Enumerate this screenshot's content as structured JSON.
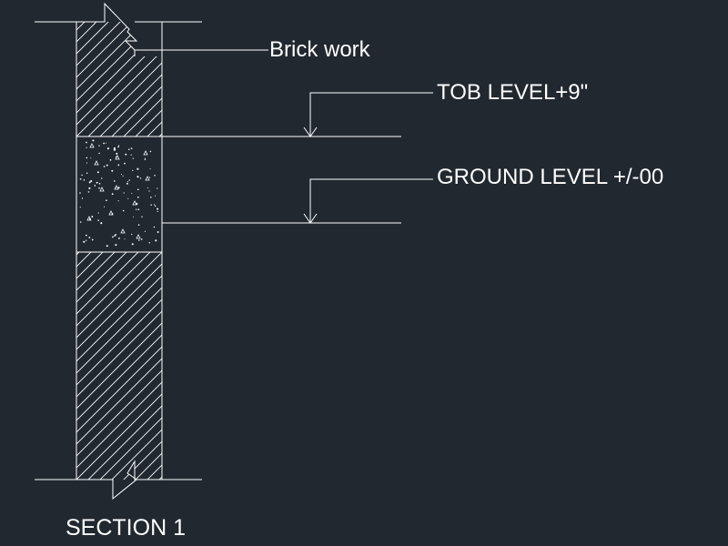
{
  "labels": {
    "brick_work": "Brick work",
    "tob_level": "TOB LEVEL+9\"",
    "ground_level": "GROUND LEVEL +/-00",
    "section_title": "SECTION 1"
  },
  "colors": {
    "background": "#212830",
    "line": "#ffffff"
  }
}
